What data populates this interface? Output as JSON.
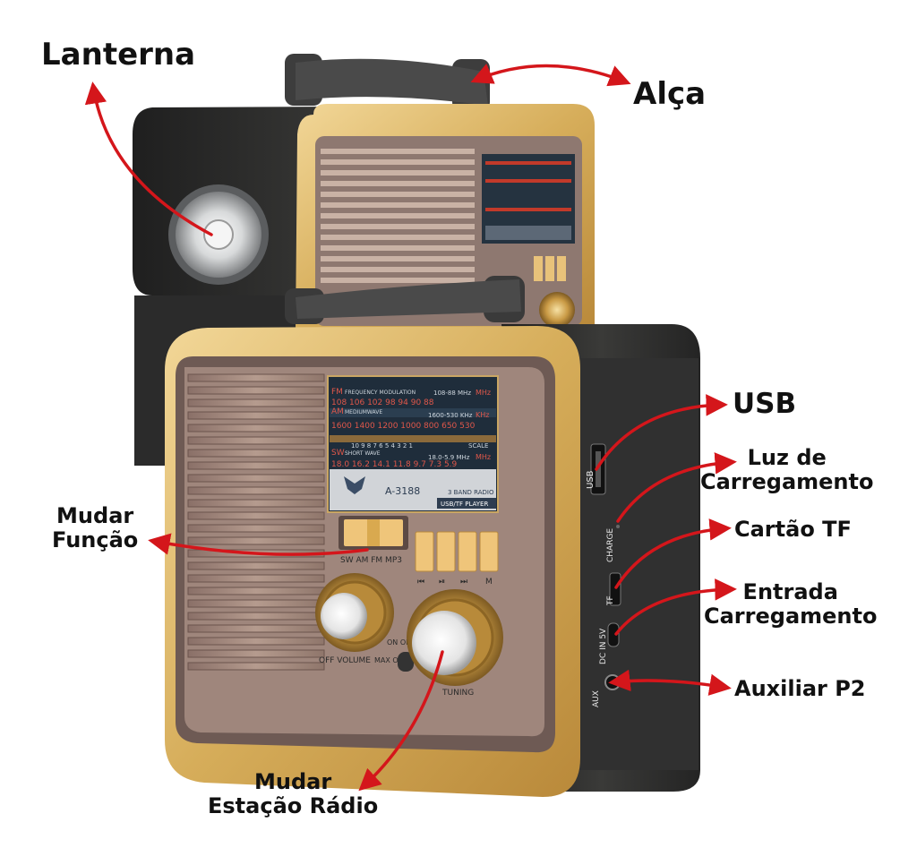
{
  "callouts": {
    "lanterna": "Lanterna",
    "alca": "Alça",
    "usb": "USB",
    "luz_line1": "Luz de",
    "luz_line2": "Carregamento",
    "cartao_tf": "Cartão TF",
    "entrada_line1": "Entrada",
    "entrada_line2": "Carregamento",
    "auxiliar": "Auxiliar P2",
    "funcao_line1": "Mudar",
    "funcao_line2": "Função",
    "estacao_line1": "Mudar",
    "estacao_line2": "Estação Rádio"
  },
  "radio_panel": {
    "fm": "FM",
    "fm_caption": "FREQUENCY MODULATION",
    "fm_range": "108-88 MHz",
    "fm_unit": "MHz",
    "fm_scale": "108  106  102  98  94  90  88",
    "am": "AM",
    "am_caption": "MEDIUMWAVE",
    "am_range": "1600-530 KHz",
    "am_unit": "KHz",
    "am_scale": "1600  1400  1200  1000  800  650  530",
    "scale_numbers": "10  9  8  7  6  5  4  3  2  1",
    "scale_word": "SCALE",
    "sw": "SW",
    "sw_caption": "SHORT WAVE",
    "sw_range": "18.0-5.9 MHz",
    "sw_unit": "MHz",
    "sw_scale": "18.0  16.2  14.1  11.8  9.7  7.3  5.9",
    "model": "A-3188",
    "band_line1": "3 BAND RADIO",
    "band_line2": "USB/TF PLAYER",
    "mode_labels": "SW  AM  FM  MP3",
    "btn_prev": "⏮",
    "btn_play": "⏯",
    "btn_next": "⏭",
    "btn_m": "M",
    "volume_label": "OFF VOLUME",
    "on_off": "ON OFF",
    "max_on": "MAX ON",
    "tuning_label": "TUNING"
  },
  "side_panel": {
    "usb": "USB",
    "charge": "CHARGE",
    "tf": "TF",
    "dc": "DC IN 5V",
    "aux": "AUX"
  },
  "colors": {
    "body": "#2a2a2a",
    "gold": "#d8b25e",
    "arrow": "#d4161b",
    "panel": "#b89a88"
  }
}
